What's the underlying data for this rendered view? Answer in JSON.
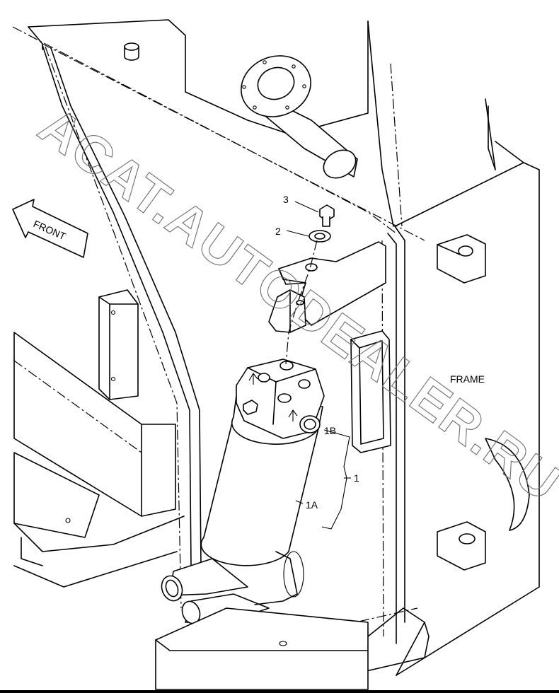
{
  "labels": {
    "part_3": "3",
    "part_2": "2",
    "part_1": "1",
    "part_1a": "1A",
    "part_1b": "1B",
    "front": "FRONT",
    "frame": "FRAME"
  },
  "watermark": "ACAT.AUTODEALER.RU",
  "colors": {
    "line": "#000000",
    "watermark": "#6e6e6e",
    "background": "#ffffff"
  }
}
